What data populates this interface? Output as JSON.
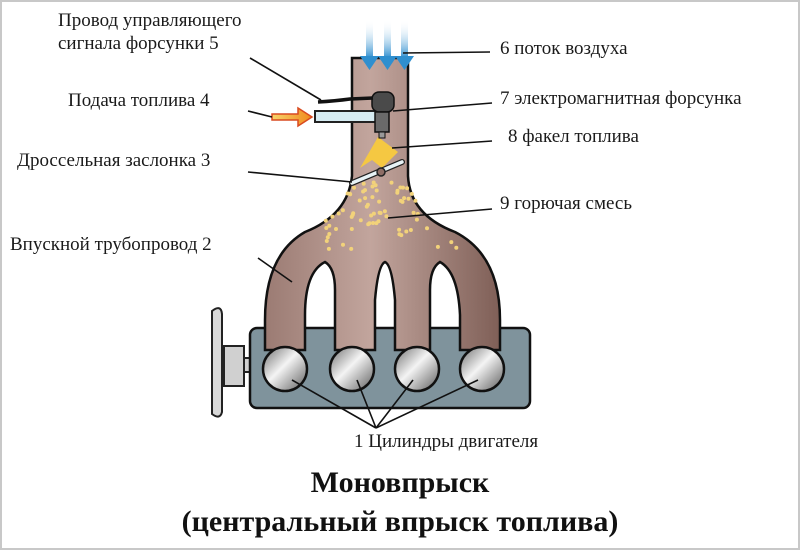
{
  "diagram": {
    "title": "Моновпрыск",
    "subtitle": "(центральный впрыск топлива)",
    "labels": {
      "control_wire_line1": "Провод управляющего",
      "control_wire_line2": "сигнала форсунки 5",
      "fuel_supply": "Подача топлива 4",
      "throttle": "Дроссельная заслонка 3",
      "intake_manifold": "Впускной трубопровод 2",
      "air_flow": "6 поток воздуха",
      "injector": "7 электромагнитная форсунка",
      "fuel_spray": "8 факел топлива",
      "mixture": "9 горючая смесь",
      "cylinders": "1 Цилиндры двигателя"
    },
    "colors": {
      "manifold": "#8e6e66",
      "manifold_light": "#c7aba3",
      "engine_block": "#7f939c",
      "air_arrows": "#3d9fd6",
      "fuel_arrow": "#f2a02a",
      "fuel_droplets": "#f2d27a",
      "spray": "#f5c842",
      "cylinder": "#c8c8c8"
    }
  }
}
